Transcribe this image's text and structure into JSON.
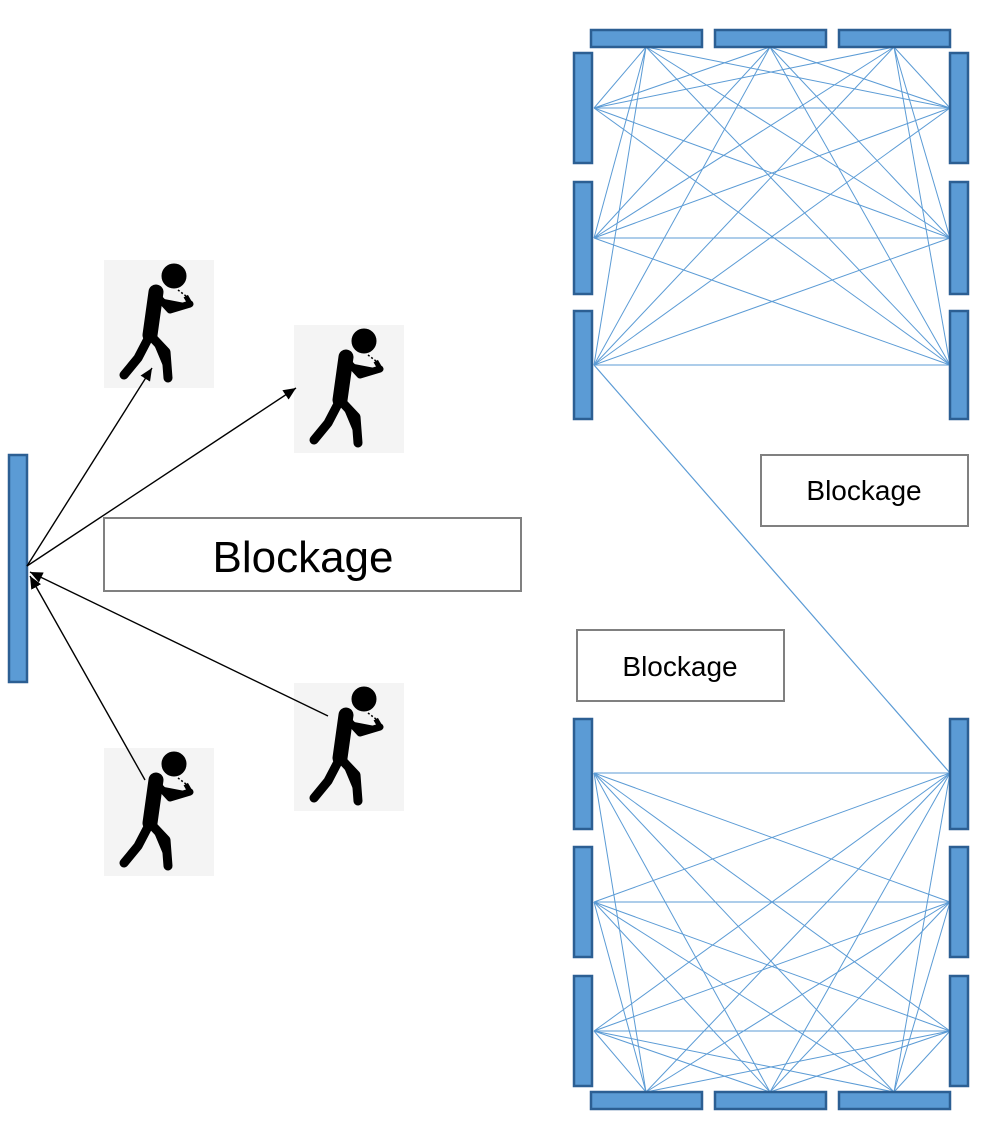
{
  "colors": {
    "panel_fill": "#5b9bd5",
    "panel_stroke": "#2c5f93",
    "link_line": "#5b9bd5",
    "arrow": "#000000",
    "box_border": "#808080"
  },
  "icons": {
    "user": "person-walking-with-phone-icon",
    "ris": "reflecting-surface-panel"
  },
  "left_scene": {
    "blockage_label": "Blockage",
    "user_count": 4
  },
  "right_scene": {
    "top_blockage_label": "Blockage",
    "bottom_blockage_label": "Blockage",
    "room_count": 2
  }
}
